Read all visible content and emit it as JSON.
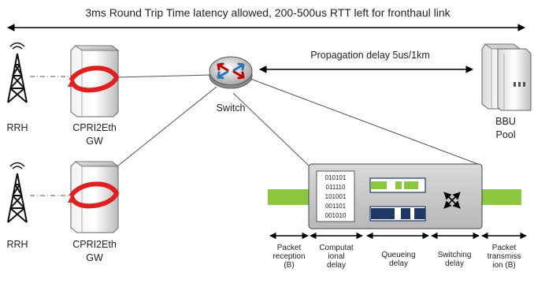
{
  "banner": {
    "latency_text": "3ms Round Trip Time latency allowed, 200-500us RTT left for fronthaul link"
  },
  "top_link": {
    "propagation_text": "Propagation delay 5us/1km"
  },
  "nodes": {
    "switch_label": "Switch",
    "bbu_label_line1": "BBU",
    "bbu_label_line2": "Pool",
    "rrh_top_label": "RRH",
    "rrh_bottom_label": "RRH",
    "gw_top_line1": "CPRI2Eth",
    "gw_top_line2": "GW",
    "gw_bottom_line1": "CPRI2Eth",
    "gw_bottom_line2": "GW"
  },
  "switch_internals": {
    "bit_rows": [
      "010101",
      "011110",
      "101001",
      "001101",
      "001010"
    ]
  },
  "delay_stages": [
    {
      "lines": [
        "Packet",
        "reception",
        "(B)"
      ]
    },
    {
      "lines": [
        "Computat",
        "ional",
        "delay"
      ]
    },
    {
      "lines": [
        "Queueing",
        "delay"
      ]
    },
    {
      "lines": [
        "Switching",
        "delay"
      ]
    },
    {
      "lines": [
        "Packet",
        "transmiss",
        "ion (B)"
      ]
    }
  ],
  "colors": {
    "accent_green": "#8dc63f",
    "queue_blue": "#1f3864",
    "gw_red": "#e02020",
    "switch_blue": "#2e75b6",
    "panel_gray": "#c8c8c8"
  }
}
